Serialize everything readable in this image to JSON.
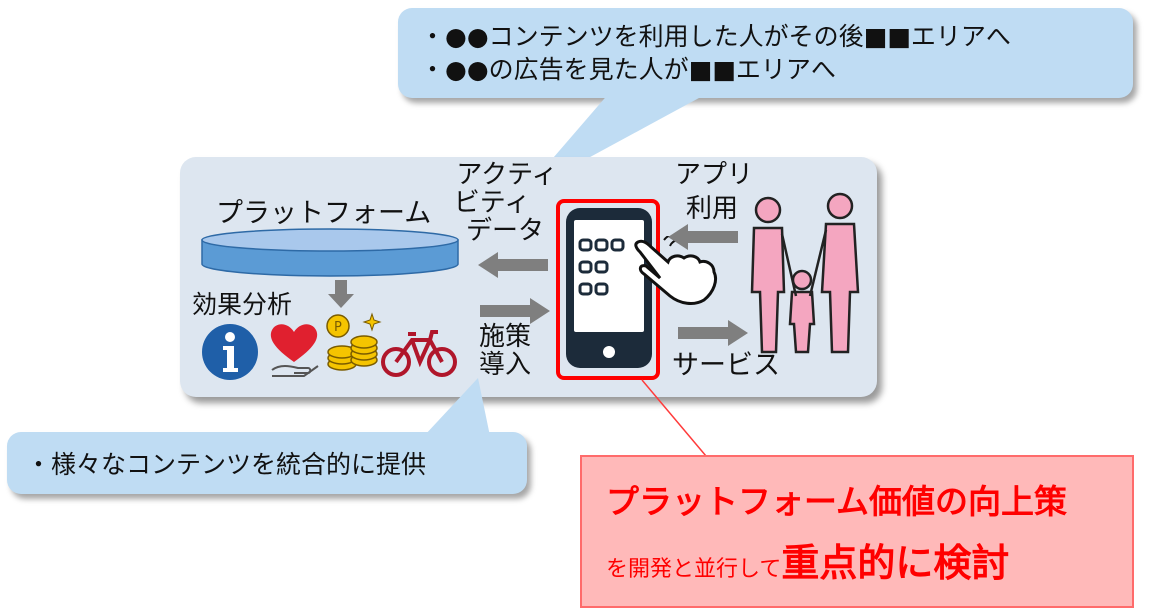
{
  "callout_top": {
    "line1": "・●●コンテンツを利用した人がその後■■エリアへ",
    "line2": "・●●の広告を見た人が■■エリアへ"
  },
  "callout_bottom": {
    "text": "・様々なコンテンツを統合的に提供"
  },
  "panel": {
    "platform_label": "プラットフォーム",
    "analysis_label": "効果分析",
    "activity_l1": "アクティ",
    "activity_l2": "ビティ",
    "activity_l3": "データ",
    "measure_l1": "施策",
    "measure_l2": "導入",
    "app_l1": "アプリ",
    "app_l2": "利用",
    "service_label": "サービス"
  },
  "highlight": {
    "line1": "プラットフォーム価値の向上策",
    "line2_small": "を開発と並行して",
    "line2_big": "重点的に検討"
  },
  "colors": {
    "callout": "#bfdcf3",
    "panel": "#dde6f0",
    "platform_cylinder": "#5b9bd5",
    "arrows": "#7f7f7f",
    "phone_frame": "#ff0000",
    "people": "#f4a6c0",
    "highlight_bg": "#ffb9b9",
    "highlight_text": "#ff0000"
  }
}
